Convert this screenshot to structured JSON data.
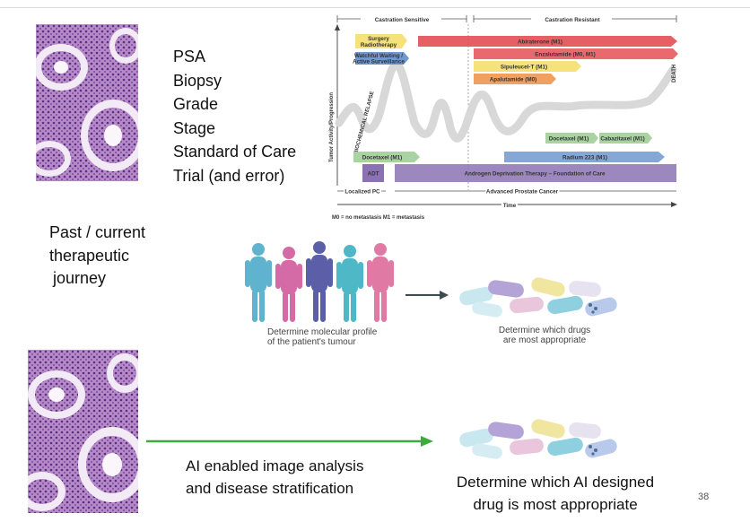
{
  "checklist": [
    "PSA",
    "Biopsy",
    "Grade",
    "Stage",
    "Standard of Care",
    "Trial (and error)"
  ],
  "journey_label": [
    "Past / current",
    "therapeutic",
    "journey"
  ],
  "ai_label": [
    "AI enabled image analysis",
    "and disease stratification"
  ],
  "ai_drug_label": [
    "Determine which AI designed",
    "drug is most appropriate"
  ],
  "page_number": "38",
  "molecular": {
    "caption_left": [
      "Determine molecular profile",
      "of the patient's tumour"
    ],
    "caption_right": [
      "Determine which drugs",
      "are most appropriate"
    ]
  },
  "timeline": {
    "header_left": "Castration Sensitive",
    "header_right": "Castration Resistant",
    "y_axis": "Tumor Activity/Progression",
    "biochemical": "BIOCHEMICAL RELAPSE",
    "death": "DEATH",
    "bars": {
      "surgery": [
        "Surgery",
        "Radiotherapy"
      ],
      "watchful": [
        "Watchful Waiting /",
        "Active Surveillance"
      ],
      "abiraterone": "Abiraterone (M1)",
      "enzalutamide": "Enzalutamide (M0, M1)",
      "sipuleucel": "Sipuleucel-T (M1)",
      "apalutamide": "Apalutamide (M0)",
      "docetaxel_m1": "Docetaxel (M1)",
      "cabazitaxel": "Cabazitaxel (M1)",
      "docetaxel_left": "Docetaxel (M1)",
      "radium": "Radium 223 (M1)",
      "adt": "ADT",
      "adt_long": "Androgen Deprivation Therapy – Foundation of Care"
    },
    "localized": "Localized PC",
    "advanced": "Advanced Prostate Cancer",
    "time": "Time",
    "footnote": "M0 = no metastasis   M1 = metastasis"
  },
  "colors": {
    "red_bar": "#e2434a",
    "orange_bar": "#f0a060",
    "yellow_bar": "#f6e27a",
    "blue_bar": "#6e98cf",
    "green_bar": "#a9d4a1",
    "purple_bar": "#8b73b3",
    "arrow_green": "#3cac3c"
  }
}
